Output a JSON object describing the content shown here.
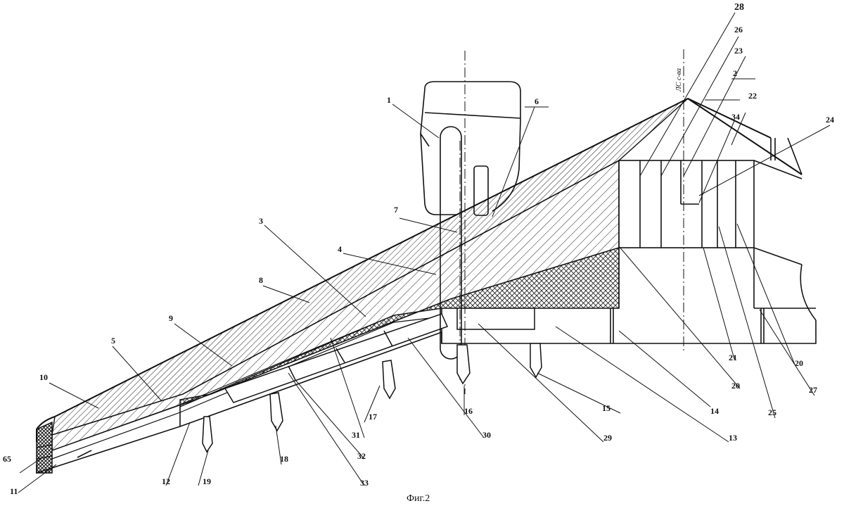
{
  "figure": {
    "caption": "Фиг.2",
    "axis_label": "ЛС с-ва"
  },
  "labels": [
    {
      "id": "1",
      "text": "1"
    },
    {
      "id": "2",
      "text": "2"
    },
    {
      "id": "3",
      "text": "3"
    },
    {
      "id": "4",
      "text": "4"
    },
    {
      "id": "5",
      "text": "5"
    },
    {
      "id": "6",
      "text": "6"
    },
    {
      "id": "7",
      "text": "7"
    },
    {
      "id": "8",
      "text": "8"
    },
    {
      "id": "9",
      "text": "9"
    },
    {
      "id": "10",
      "text": "10"
    },
    {
      "id": "11",
      "text": "11"
    },
    {
      "id": "12",
      "text": "12"
    },
    {
      "id": "13",
      "text": "13"
    },
    {
      "id": "14",
      "text": "14"
    },
    {
      "id": "15",
      "text": "15"
    },
    {
      "id": "16",
      "text": "16"
    },
    {
      "id": "17",
      "text": "17"
    },
    {
      "id": "18",
      "text": "18"
    },
    {
      "id": "19",
      "text": "19"
    },
    {
      "id": "20a",
      "text": "20"
    },
    {
      "id": "20b",
      "text": "20"
    },
    {
      "id": "21",
      "text": "21"
    },
    {
      "id": "22",
      "text": "22"
    },
    {
      "id": "23",
      "text": "23"
    },
    {
      "id": "24",
      "text": "24"
    },
    {
      "id": "25",
      "text": "25"
    },
    {
      "id": "26",
      "text": "26"
    },
    {
      "id": "27",
      "text": "27"
    },
    {
      "id": "28",
      "text": "28"
    },
    {
      "id": "29",
      "text": "29"
    },
    {
      "id": "30",
      "text": "30"
    },
    {
      "id": "31",
      "text": "31"
    },
    {
      "id": "32",
      "text": "32"
    },
    {
      "id": "33",
      "text": "33"
    },
    {
      "id": "34",
      "text": "34"
    },
    {
      "id": "65",
      "text": "65"
    }
  ]
}
